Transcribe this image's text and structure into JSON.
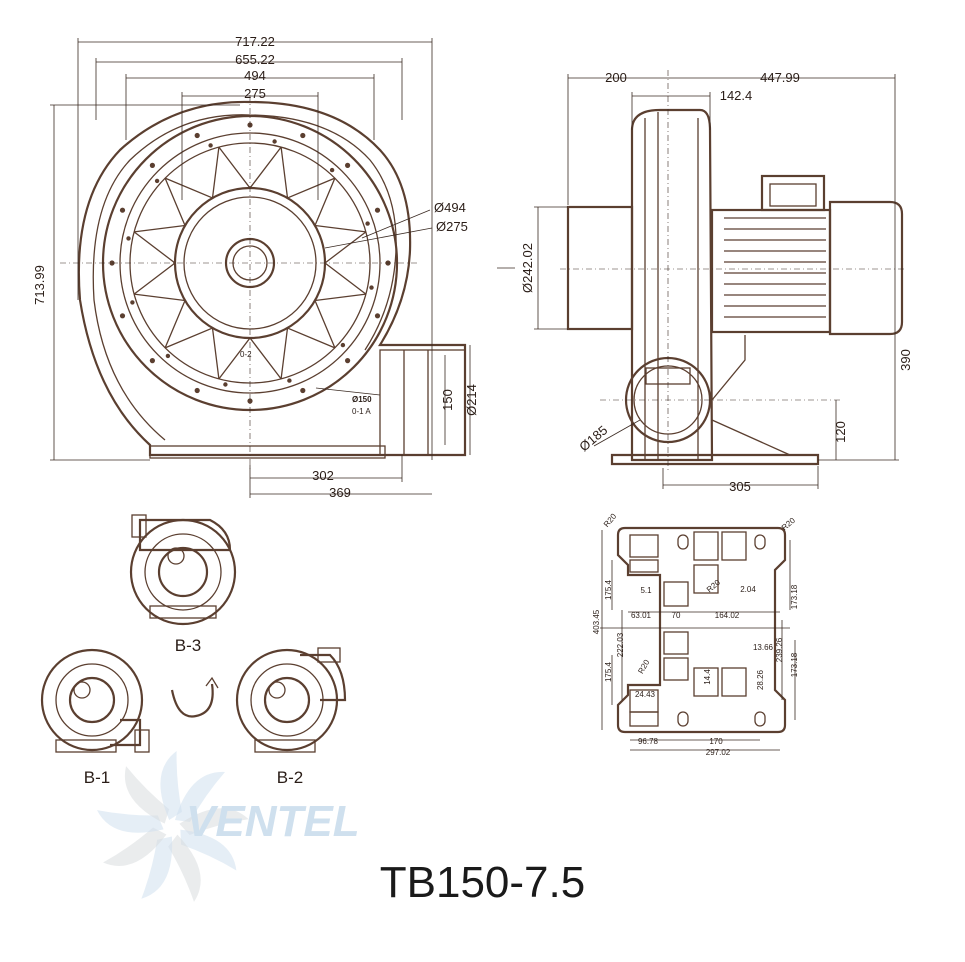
{
  "colors": {
    "line": "#5b3f30",
    "dimension": "#3a2a22",
    "text": "#2a1d17",
    "title": "#1a1a1a",
    "watermark_grey": "#d9dcdf",
    "watermark_blue": "#cfe0ee"
  },
  "model": "TB150-7.5",
  "watermark": "VENTEL",
  "front_view": {
    "width_labels": [
      "717.22",
      "655.22",
      "494",
      "275"
    ],
    "height_label": "713.99",
    "ring_labels": [
      "Ø494",
      "Ø275"
    ],
    "outlet_labels": [
      "Ø150",
      "0-1 A",
      "150",
      "Ø214"
    ],
    "inner_mark": "0-2",
    "bottom_labels": [
      "302",
      "369"
    ]
  },
  "side_view": {
    "top_labels": [
      "200",
      "447.99",
      "142.4"
    ],
    "left_label": "Ø242.02",
    "right_labels": [
      "390",
      "120"
    ],
    "inlet_label": "Ø185",
    "bottom_label": "305"
  },
  "base_plate": {
    "radius_labels": [
      "R20",
      "R20",
      "R20",
      "R20"
    ],
    "dims": [
      "5.1",
      "2.04",
      "175.4",
      "173.18",
      "403.45",
      "63.01",
      "70",
      "164.02",
      "222.03",
      "175.4",
      "239.26",
      "13.66",
      "14.4",
      "28.26",
      "173.18",
      "24.43",
      "96.78",
      "170",
      "297.02"
    ]
  },
  "orientations": {
    "b3": "B-3",
    "b1": "B-1",
    "b2": "B-2"
  }
}
